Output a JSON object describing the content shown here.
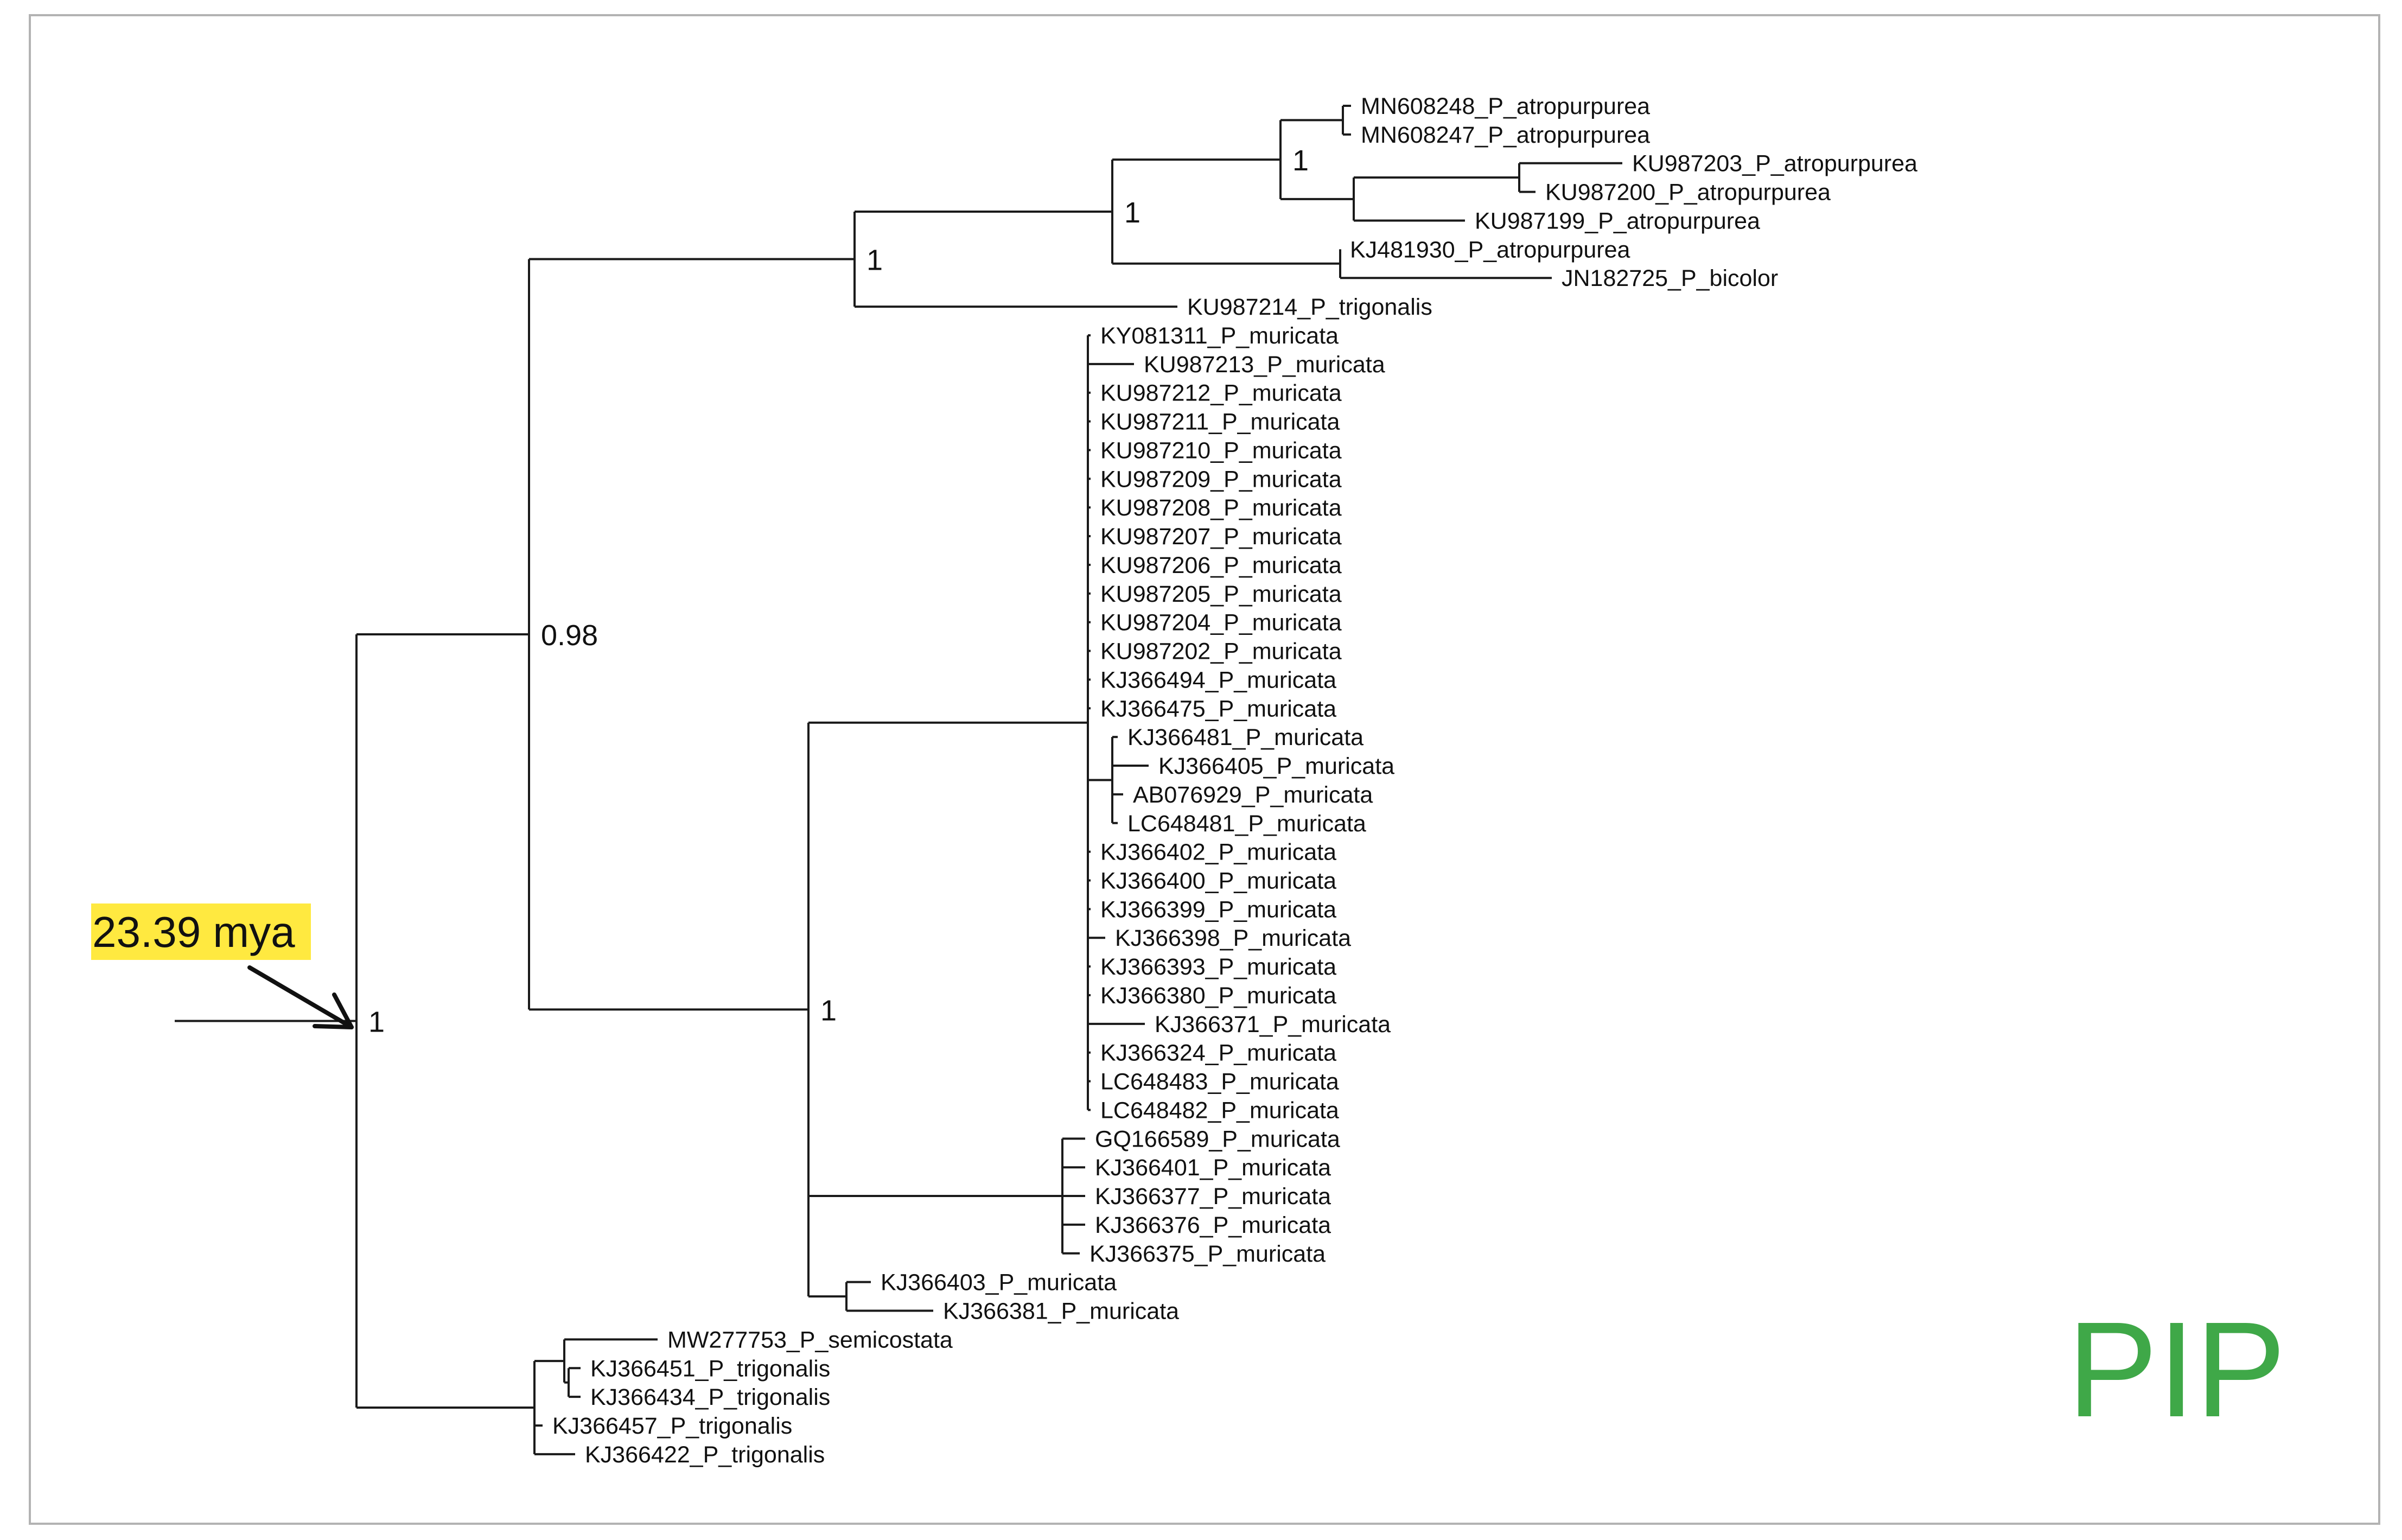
{
  "panel_label": "PIP",
  "panel_label_color": "#3fa848",
  "callout": {
    "text": "23.39 mya",
    "highlight_color": "#ffe940"
  },
  "tree": {
    "support": "1",
    "children": [
      {
        "support": "0.98",
        "children": [
          {
            "support": "1",
            "children": [
              {
                "support": "1",
                "children": [
                  {
                    "support": "1",
                    "children": [
                      {
                        "children": [
                          {
                            "label": "MN608248_P_atropurpurea"
                          },
                          {
                            "label": "MN608247_P_atropurpurea"
                          }
                        ]
                      },
                      {
                        "children": [
                          {
                            "children": [
                              {
                                "label": "KU987203_P_atropurpurea"
                              },
                              {
                                "label": "KU987200_P_atropurpurea"
                              }
                            ]
                          },
                          {
                            "label": "KU987199_P_atropurpurea"
                          }
                        ]
                      }
                    ]
                  },
                  {
                    "children": [
                      {
                        "label": "KJ481930_P_atropurpurea"
                      },
                      {
                        "label": "JN182725_P_bicolor"
                      }
                    ]
                  }
                ]
              },
              {
                "label": "KU987214_P_trigonalis"
              }
            ]
          },
          {
            "support": "1",
            "children": [
              {
                "children": [
                  {
                    "label": "KY081311_P_muricata"
                  },
                  {
                    "label": "KU987213_P_muricata"
                  },
                  {
                    "label": "KU987212_P_muricata"
                  },
                  {
                    "label": "KU987211_P_muricata"
                  },
                  {
                    "label": "KU987210_P_muricata"
                  },
                  {
                    "label": "KU987209_P_muricata"
                  },
                  {
                    "label": "KU987208_P_muricata"
                  },
                  {
                    "label": "KU987207_P_muricata"
                  },
                  {
                    "label": "KU987206_P_muricata"
                  },
                  {
                    "label": "KU987205_P_muricata"
                  },
                  {
                    "label": "KU987204_P_muricata"
                  },
                  {
                    "label": "KU987202_P_muricata"
                  },
                  {
                    "label": "KJ366494_P_muricata"
                  },
                  {
                    "label": "KJ366475_P_muricata"
                  },
                  {
                    "children": [
                      {
                        "label": "KJ366481_P_muricata"
                      },
                      {
                        "label": "KJ366405_P_muricata"
                      },
                      {
                        "label": "AB076929_P_muricata"
                      },
                      {
                        "label": "LC648481_P_muricata"
                      }
                    ]
                  },
                  {
                    "label": "KJ366402_P_muricata"
                  },
                  {
                    "label": "KJ366400_P_muricata"
                  },
                  {
                    "label": "KJ366399_P_muricata"
                  },
                  {
                    "label": "KJ366398_P_muricata"
                  },
                  {
                    "label": "KJ366393_P_muricata"
                  },
                  {
                    "label": "KJ366380_P_muricata"
                  },
                  {
                    "label": "KJ366371_P_muricata"
                  },
                  {
                    "label": "KJ366324_P_muricata"
                  },
                  {
                    "label": "LC648483_P_muricata"
                  },
                  {
                    "label": "LC648482_P_muricata"
                  }
                ]
              },
              {
                "children": [
                  {
                    "label": "GQ166589_P_muricata"
                  },
                  {
                    "label": "KJ366401_P_muricata"
                  },
                  {
                    "label": "KJ366377_P_muricata"
                  },
                  {
                    "label": "KJ366376_P_muricata"
                  },
                  {
                    "label": "KJ366375_P_muricata"
                  }
                ]
              },
              {
                "children": [
                  {
                    "label": "KJ366403_P_muricata"
                  },
                  {
                    "label": "KJ366381_P_muricata"
                  }
                ]
              }
            ]
          }
        ]
      },
      {
        "children": [
          {
            "children": [
              {
                "label": "MW277753_P_semicostata"
              },
              {
                "children": [
                  {
                    "label": "KJ366451_P_trigonalis"
                  },
                  {
                    "label": "KJ366434_P_trigonalis"
                  }
                ]
              }
            ]
          },
          {
            "label": "KJ366457_P_trigonalis"
          },
          {
            "label": "KJ366422_P_trigonalis"
          }
        ]
      }
    ]
  }
}
